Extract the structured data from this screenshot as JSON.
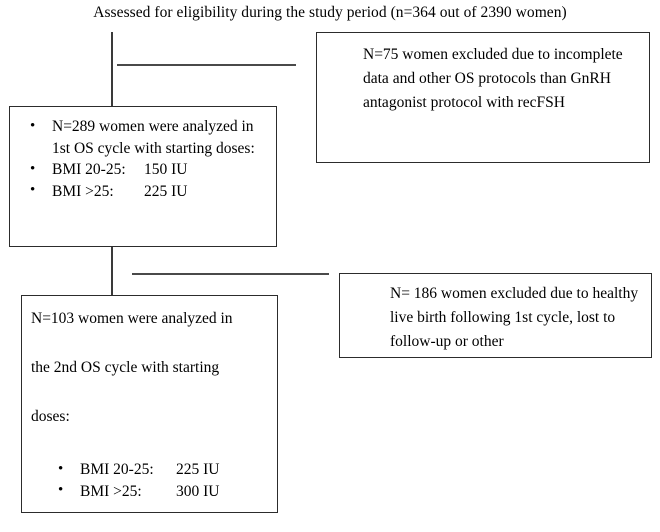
{
  "header": {
    "title": "Assessed for eligibility during the study period (n=364 out of 2390 women)"
  },
  "boxes": {
    "first_cycle": {
      "bullets": [
        {
          "text": "N=289 women were analyzed in 1st OS cycle with starting doses:",
          "label": null,
          "value": null
        },
        {
          "text": null,
          "label": "BMI 20-25:",
          "value": "150 IU"
        },
        {
          "text": null,
          "label": "BMI >25:",
          "value": "225 IU"
        }
      ]
    },
    "excluded_first": {
      "text": "N=75 women excluded due to incomplete data and other OS protocols than GnRH antagonist protocol with recFSH"
    },
    "excluded_second": {
      "text": "N= 186 women excluded due to healthy live birth following 1st cycle, lost to follow-up or other"
    },
    "second_cycle": {
      "line_1": "N=103 women were analyzed in",
      "line_2": "the 2nd OS cycle with starting",
      "line_3": "doses:",
      "bullets": [
        {
          "label": "BMI 20-25:",
          "value": "225 IU"
        },
        {
          "label": "BMI >25:",
          "value": "300 IU"
        }
      ]
    }
  },
  "connectors": {
    "trunk_upper_label": "trunk-upper",
    "branch_upper_label": "branch-to-first-exclusion",
    "trunk_lower_label": "trunk-lower",
    "branch_lower_label": "branch-to-second-exclusion"
  },
  "colors": {
    "box_border": "#2c2c2c",
    "line": "#4a4a4a",
    "background": "#ffffff",
    "text": "#000000"
  }
}
